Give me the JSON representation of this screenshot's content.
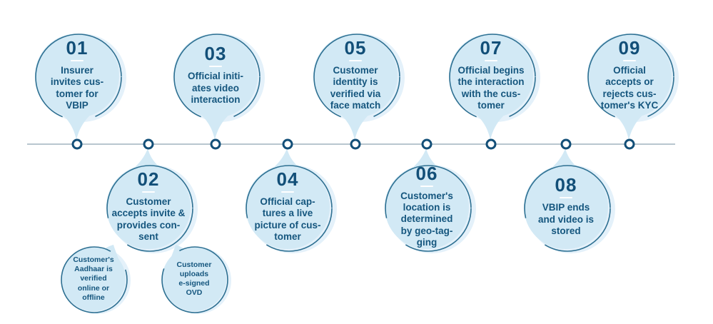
{
  "diagram": {
    "type": "timeline-process",
    "steps": [
      {
        "number": "01",
        "position": "top",
        "text": "Insurer\ninvites cus-\ntomer for\nVBIP"
      },
      {
        "number": "02",
        "position": "bottom",
        "text": "Customer\naccepts invite &\nprovides con-\nsent"
      },
      {
        "number": "03",
        "position": "top",
        "text": "Official initi-\nates video\ninteraction"
      },
      {
        "number": "04",
        "position": "bottom",
        "text": "Official cap-\ntures a live\npicture of cus-\ntomer"
      },
      {
        "number": "05",
        "position": "top",
        "text": "Customer\nidentity is\nverified via\nface match"
      },
      {
        "number": "06",
        "position": "bottom",
        "text": "Customer's\nlocation is\ndetermined\nby geo-tag-\nging"
      },
      {
        "number": "07",
        "position": "top",
        "text": "Official begins\nthe interaction\nwith the cus-\ntomer"
      },
      {
        "number": "08",
        "position": "bottom",
        "text": "VBIP ends\nand video is\nstored"
      },
      {
        "number": "09",
        "position": "top",
        "text": "Official\naccepts or\nrejects cus-\ntomer's KYC"
      }
    ],
    "sub_steps": [
      {
        "linked_step": "02",
        "text": "Customer's\nAadhaar is\nverified\nonline or\noffline"
      },
      {
        "linked_step": "02",
        "text": "Customer\nuploads\ne-signed\nOVD"
      }
    ]
  },
  "colors": {
    "background": "#ffffff",
    "bubble_fill": "#d2e9f5",
    "bubble_halo": "#e4f1fa",
    "outline": "#2e7092",
    "text": "#15567e",
    "number": "#124f78",
    "line": "#a0b3bf",
    "dot_ring": "#134f78",
    "dot_fill": "#ffffff"
  }
}
